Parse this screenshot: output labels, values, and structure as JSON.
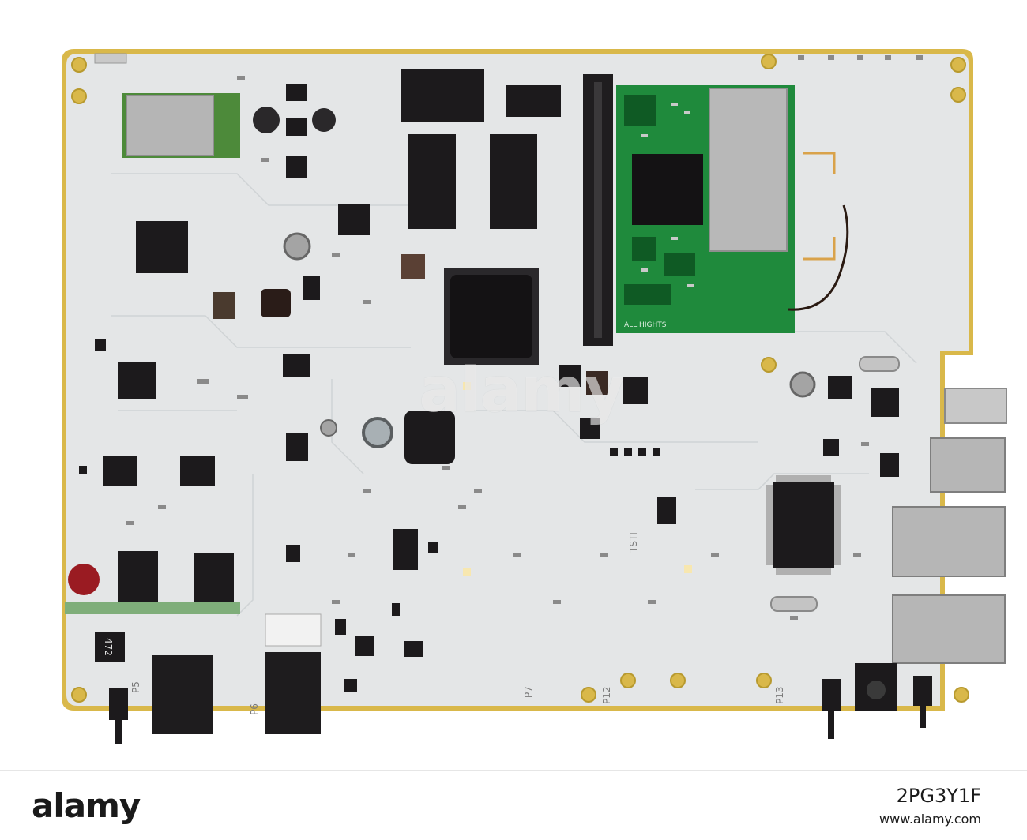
{
  "photo": {
    "board_color": "#e4e6e7",
    "board_edge_color": "#d9b84a",
    "chip_color": "#1c1a1c",
    "green_card_color": "#1f8a3c",
    "shield_color": "#b8b8b8",
    "silkscreen": {
      "label_472": "472",
      "label_p5": "P5",
      "label_p6": "P6",
      "label_p7": "P7",
      "label_p12": "P12",
      "label_p13": "P13",
      "card_text": "ALL HIGHTS",
      "chip_text": "TSTI"
    }
  },
  "watermark": {
    "text": "alamy"
  },
  "footer": {
    "brand": "alamy",
    "image_id": "2PG3Y1F",
    "url": "www.alamy.com"
  }
}
